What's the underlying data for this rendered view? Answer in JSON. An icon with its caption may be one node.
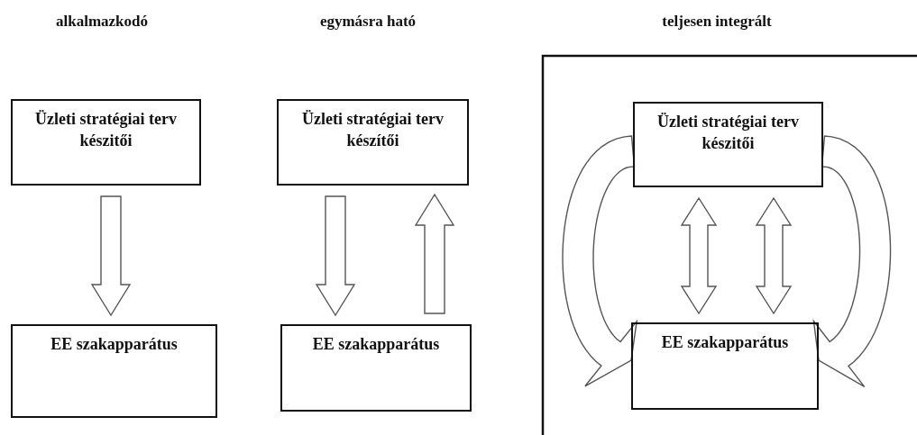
{
  "diagram": {
    "nodes": [
      {
        "text": [
          "Üzleti stratégiai terv készitői"
        ]
      },
      {
        "text": [
          "EE szakapparátus"
        ]
      },
      {
        "text": [
          "Üzleti stratégiai terv készítői"
        ]
      },
      {
        "text": [
          "EE szakapparátus"
        ]
      },
      {
        "text": [
          "Üzleti stratégiai terv készitői"
        ]
      },
      {
        "text": [
          "EE szakapparátus"
        ]
      }
    ],
    "edges": [
      {
        "from": 0,
        "to": 1,
        "arrow": "to"
      },
      {
        "from": 2,
        "to": 3,
        "arrow": "to"
      },
      {
        "from": 3,
        "to": 2,
        "arrow": "to"
      },
      {
        "from": 4,
        "to": 5,
        "arrow": "both"
      },
      {
        "from": 4,
        "to": 5,
        "arrow": "both"
      },
      {
        "from": 4,
        "to": 5,
        "arrow": "to"
      },
      {
        "from": 4,
        "to": 5,
        "arrow": "to"
      }
    ],
    "labels": [
      "alkalmazkodó",
      "egymásra ható",
      "teljesen integrált"
    ]
  }
}
